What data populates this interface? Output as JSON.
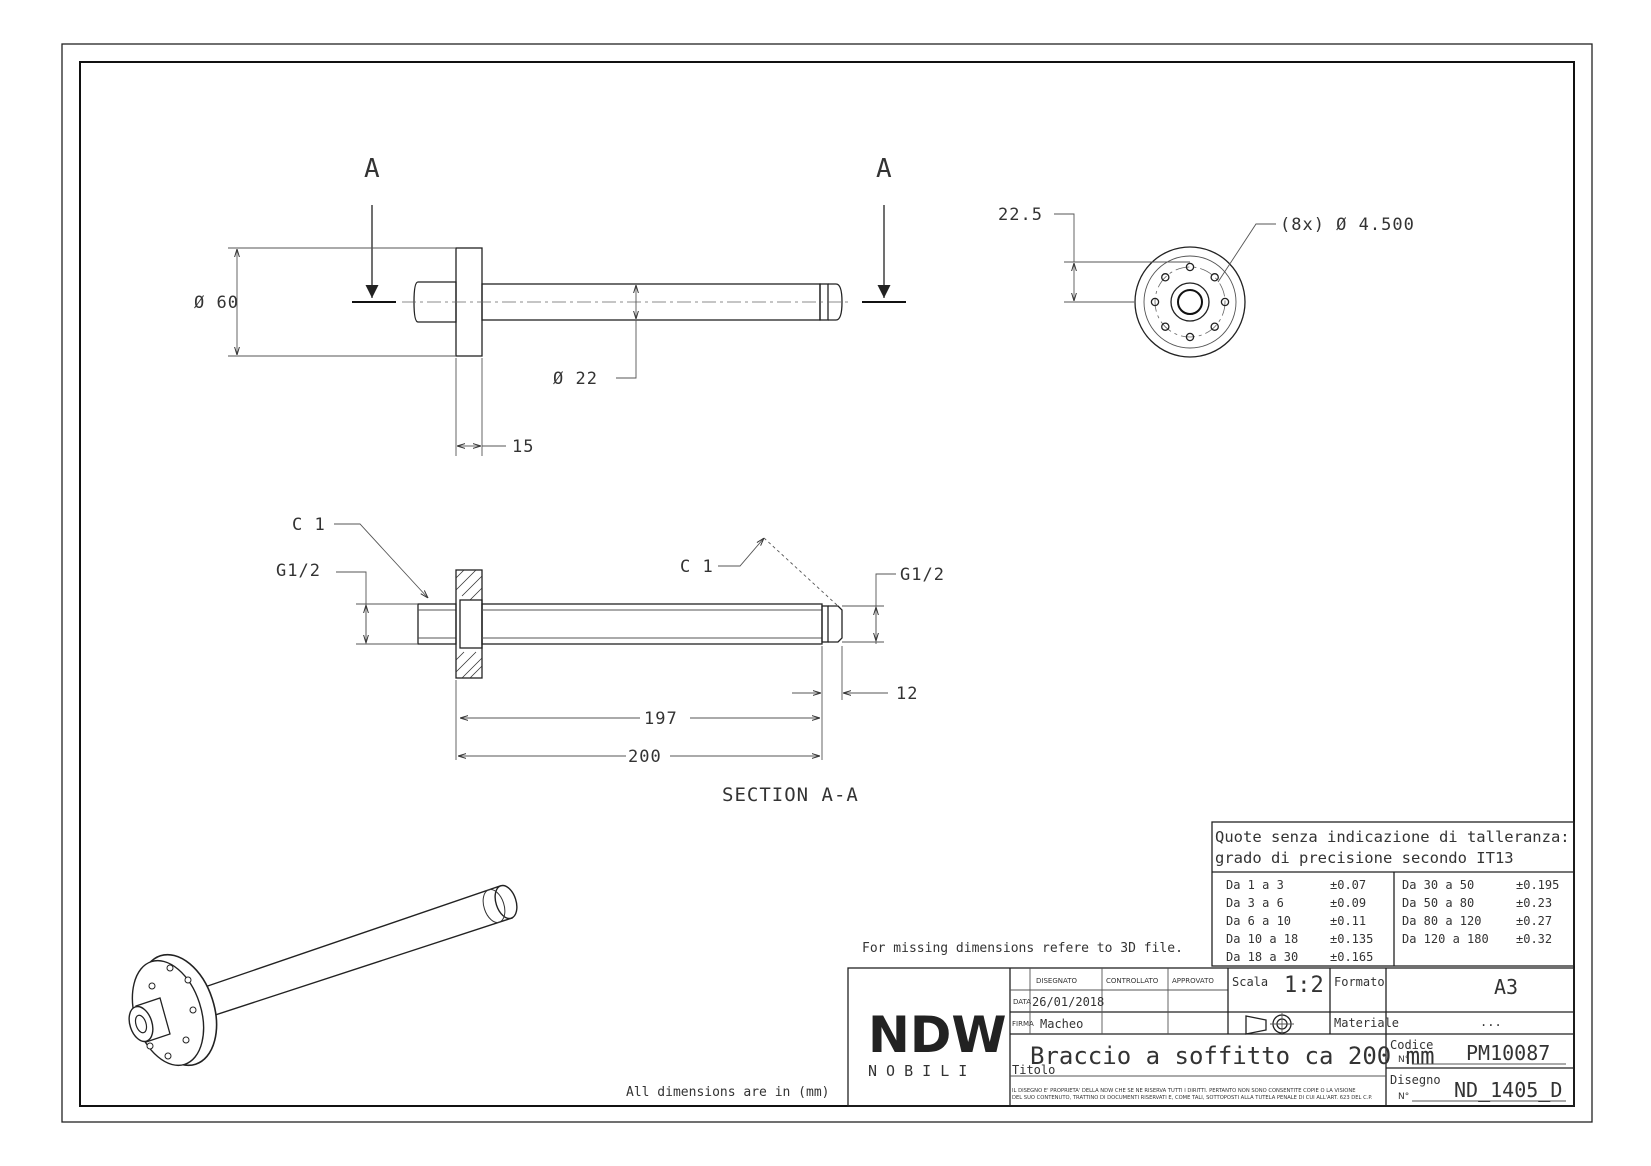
{
  "views": {
    "section_marker_left": "A",
    "section_marker_right": "A",
    "dia_flange": "Ø 60",
    "dia_shaft": "Ø 22",
    "flange_thickness": "15",
    "pcd_offset": "22.5",
    "holes": "(8x)  Ø 4.500",
    "chamfer_left": "C 1",
    "chamfer_right": "C 1",
    "thread_left": "G1/2",
    "thread_right": "G1/2",
    "thread_length": "12",
    "length_197": "197",
    "length_200": "200",
    "section_title": "SECTION A-A"
  },
  "notes": {
    "missing_dims": "For missing dimensions refere to 3D file.",
    "units": "All dimensions are in (mm)"
  },
  "tolerance": {
    "header_line1": "Quote senza indicazione di talleranza:",
    "header_line2": "grado di precisione secondo IT13",
    "left": [
      {
        "range": "Da 1 a 3",
        "tol": "±0.07"
      },
      {
        "range": "Da 3 a 6",
        "tol": "±0.09"
      },
      {
        "range": "Da 6 a 10",
        "tol": "±0.11"
      },
      {
        "range": "Da 10 a 18",
        "tol": "±0.135"
      },
      {
        "range": "Da 18 a 30",
        "tol": "±0.165"
      }
    ],
    "right": [
      {
        "range": "Da 30 a 50",
        "tol": "±0.195"
      },
      {
        "range": "Da 50 a 80",
        "tol": "±0.23"
      },
      {
        "range": "Da 80 a 120",
        "tol": "±0.27"
      },
      {
        "range": "Da 120 a 180",
        "tol": "±0.32"
      }
    ]
  },
  "title_block": {
    "logo": "NDW",
    "logo_sub": "N O B I L I",
    "h_disegnato": "DISEGNATO",
    "h_controllato": "CONTROLLATO",
    "h_approvato": "APPROVATO",
    "l_data": "DATA",
    "date": "26/01/2018",
    "l_firma": "FIRMA",
    "signature": "Macheo",
    "l_scala": "Scala",
    "scale": "1:2",
    "l_formato": "Formato",
    "format": "A3",
    "l_materiale": "Materiale",
    "material": "...",
    "title": "Braccio a soffitto ca 200 mm",
    "l_titolo": "Titolo",
    "l_codice": "Codice",
    "l_no": "N°",
    "code": "PM10087",
    "l_disegno": "Disegno",
    "drawing_no": "ND_1405_D",
    "disclaimer1": "IL DISEGNO E' PROPRIETA' DELLA NDW CHE SE NE RISERVA TUTTI I DIRITTI. PERTANTO NON SONO CONSENTITE COPIE O LA VISIONE",
    "disclaimer2": "DEL SUO CONTENUTO, TRATTINO DI DOCUMENTI RISERVATI E, COME TALI, SOTTOPOSTI ALLA TUTELA PENALE DI CUI ALL'ART. 623 DEL C.P."
  }
}
